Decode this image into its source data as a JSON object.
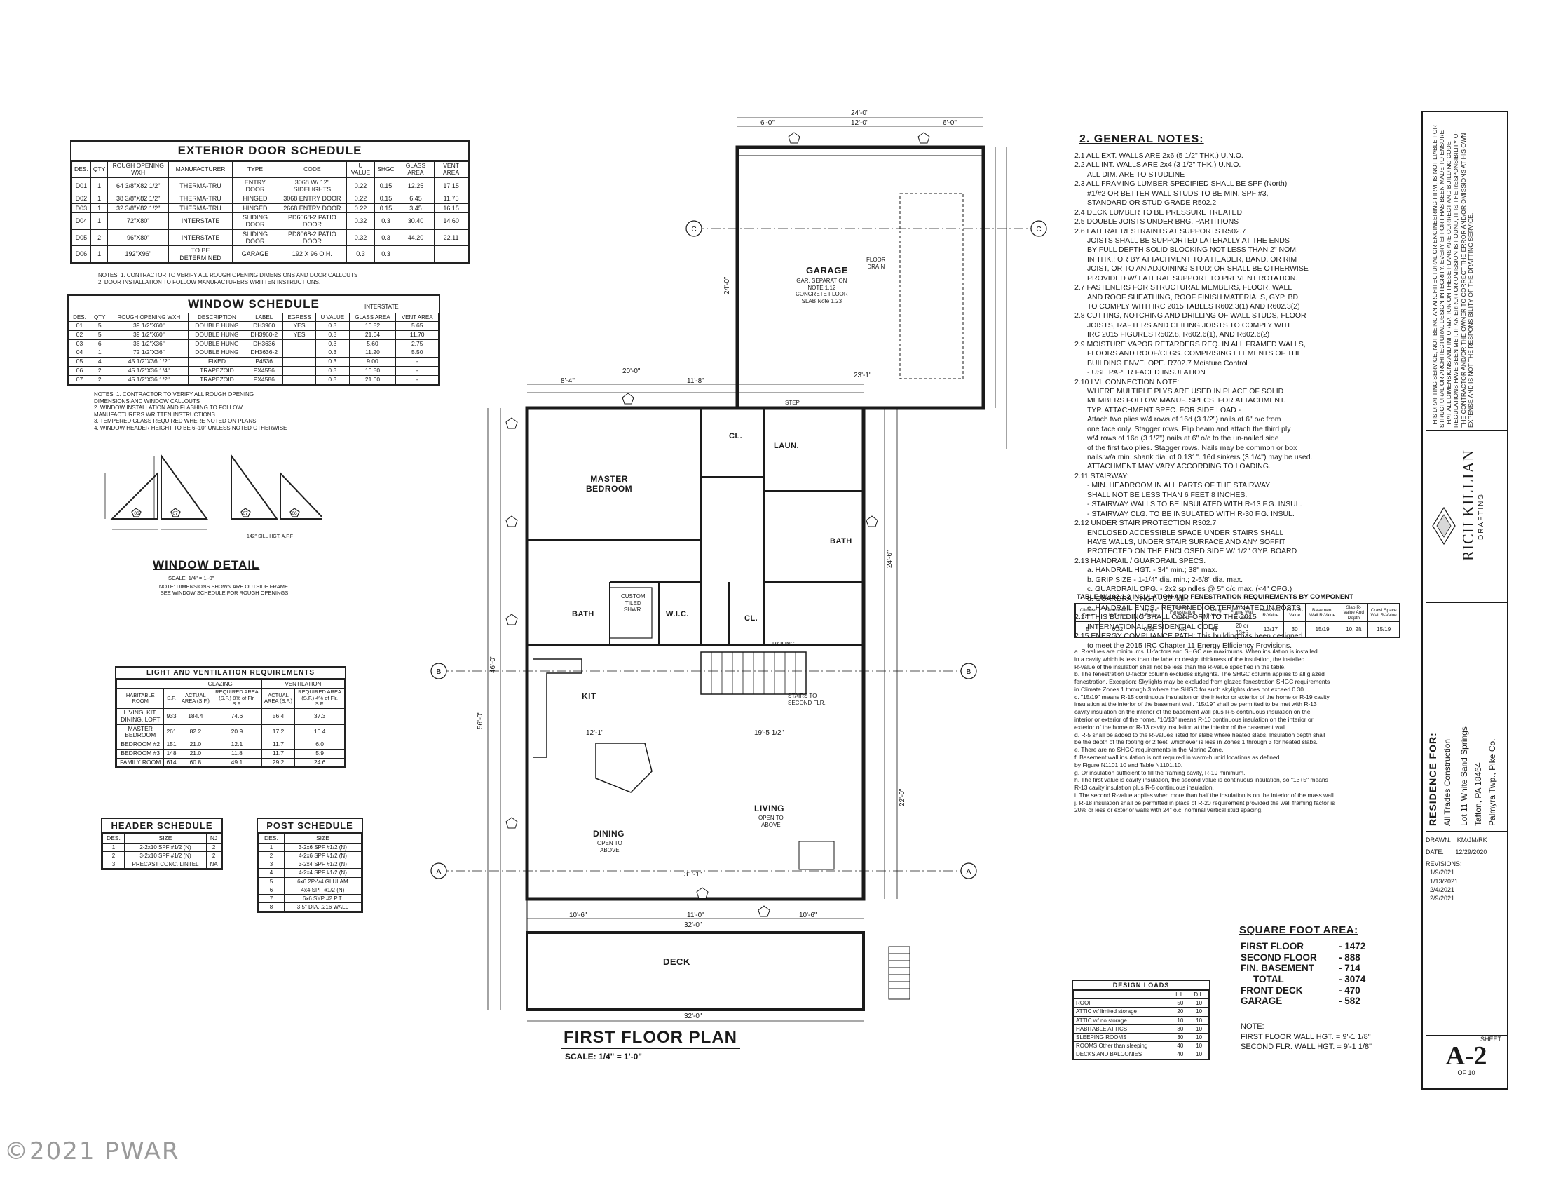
{
  "plan": {
    "title": "FIRST FLOOR PLAN",
    "scale": "SCALE: 1/4\" = 1'-0\"",
    "watermark": "©2021 PWAR",
    "rooms": {
      "garage": "GARAGE",
      "garage_notes": "GAR. SEPARATION\nNOTE 1.12\nCONCRETE FLOOR\nSLAB Note 1.23",
      "master": "MASTER\nBEDROOM",
      "bath1": "BATH",
      "bath2": "BATH",
      "laun": "LAUN.",
      "wic": "W.I.C.",
      "cl1": "CL.",
      "cl2": "CL.",
      "kit": "KIT",
      "living": "LIVING",
      "living_sub": "OPEN TO\nABOVE",
      "dining": "DINING",
      "dining_sub": "OPEN TO\nABOVE",
      "deck": "DECK",
      "custom_shwr": "CUSTOM\nTILED\nSHWR.",
      "floor_drain": "FLOOR\nDRAIN",
      "stairs": "STAIRS TO\nSECOND FLR.",
      "railing": "RAILING",
      "step": "STEP"
    },
    "dims": {
      "top_total": "24'-0\"",
      "top_a": "6'-0\"",
      "top_b": "12'-0\"",
      "top_c": "6'-0\"",
      "row2_a": "8'-4\"",
      "row2_b": "20'-0\"",
      "row2_c": "11'-8\"",
      "bottom_a": "10'-6\"",
      "bottom_b": "11'-0\"",
      "bottom_c": "10'-6\"",
      "bottom_total": "32'-0\"",
      "deck_total": "32'-0\"",
      "overall_left": "56'-0\"",
      "left_48": "46'-0\"",
      "garage_depth": "24'-0\"",
      "right_24": "24'-6\"",
      "right_22": "22'-0\"",
      "garage_width": "23'-1\"",
      "kit_w": "12'-1\"",
      "living_w": "19'-5 1/2\"",
      "dining_w": "31'-1\""
    }
  },
  "door_schedule": {
    "title": "EXTERIOR DOOR SCHEDULE",
    "headers": [
      "DES.",
      "QTY",
      "ROUGH OPENING WXH",
      "MANUFACTURER",
      "TYPE",
      "CODE",
      "U VALUE",
      "SHGC",
      "GLASS AREA",
      "VENT AREA"
    ],
    "rows": [
      [
        "D01",
        "1",
        "64 3/8\"X82 1/2\"",
        "THERMA-TRU",
        "ENTRY DOOR",
        "3068 W/ 12\" SIDELIGHTS",
        "0.22",
        "0.15",
        "12.25",
        "17.15"
      ],
      [
        "D02",
        "1",
        "38 3/8\"X82 1/2\"",
        "THERMA-TRU",
        "HINGED",
        "3068 ENTRY DOOR",
        "0.22",
        "0.15",
        "6.45",
        "11.75"
      ],
      [
        "D03",
        "1",
        "32 3/8\"X82 1/2\"",
        "THERMA-TRU",
        "HINGED",
        "2668 ENTRY DOOR",
        "0.22",
        "0.15",
        "3.45",
        "16.15"
      ],
      [
        "D04",
        "1",
        "72\"X80\"",
        "INTERSTATE",
        "SLIDING DOOR",
        "PD6068-2 PATIO DOOR",
        "0.32",
        "0.3",
        "30.40",
        "14.60"
      ],
      [
        "D05",
        "2",
        "96\"X80\"",
        "INTERSTATE",
        "SLIDING DOOR",
        "PD8068-2 PATIO DOOR",
        "0.32",
        "0.3",
        "44.20",
        "22.11"
      ],
      [
        "D06",
        "1",
        "192\"X96\"",
        "TO BE DETERMINED",
        "GARAGE",
        "192 X 96 O.H.",
        "0.3",
        "0.3",
        "",
        ""
      ]
    ],
    "notes": "NOTES: 1. CONTRACTOR TO VERIFY ALL ROUGH OPENING DIMENSIONS AND DOOR CALLOUTS\n2. DOOR INSTALLATION TO FOLLOW MANUFACTURERS WRITTEN INSTRUCTIONS."
  },
  "window_schedule": {
    "title": "WINDOW SCHEDULE",
    "interstate": "INTERSTATE",
    "headers": [
      "DES.",
      "QTY",
      "ROUGH OPENING WXH",
      "DESCRIPTION",
      "LABEL",
      "EGRESS",
      "U VALUE",
      "GLASS AREA",
      "VENT AREA"
    ],
    "rows": [
      [
        "01",
        "5",
        "39 1/2\"X60\"",
        "DOUBLE HUNG",
        "DH3960",
        "YES",
        "0.3",
        "10.52",
        "5.65"
      ],
      [
        "02",
        "5",
        "39 1/2\"X60\"",
        "DOUBLE HUNG",
        "DH3960-2",
        "YES",
        "0.3",
        "21.04",
        "11.70"
      ],
      [
        "03",
        "6",
        "36 1/2\"X36\"",
        "DOUBLE HUNG",
        "DH3636",
        "",
        "0.3",
        "5.60",
        "2.75"
      ],
      [
        "04",
        "1",
        "72 1/2\"X36\"",
        "DOUBLE HUNG",
        "DH3636-2",
        "",
        "0.3",
        "11.20",
        "5.50"
      ],
      [
        "05",
        "4",
        "45 1/2\"X36 1/2\"",
        "FIXED",
        "P4536",
        "",
        "0.3",
        "9.00",
        "-"
      ],
      [
        "06",
        "2",
        "45 1/2\"X36 1/4\"",
        "TRAPEZOID",
        "PX4556",
        "",
        "0.3",
        "10.50",
        "-"
      ],
      [
        "07",
        "2",
        "45 1/2\"X36 1/2\"",
        "TRAPEZOID",
        "PX4586",
        "",
        "0.3",
        "21.00",
        "-"
      ]
    ],
    "notes": "NOTES: 1. CONTRACTOR TO VERIFY ALL ROUGH OPENING\nDIMENSIONS AND WINDOW CALLOUTS\n2. WINDOW INSTALLATION AND FLASHING TO FOLLOW\nMANUFACTURERS WRITTEN INSTRUCTIONS.\n3. TEMPERED GLASS REQUIRED WHERE NOTED ON PLANS\n4. WINDOW HEADER HEIGHT TO BE 6'-10\" UNLESS NOTED OTHERWISE"
  },
  "window_detail": {
    "title": "WINDOW DETAIL",
    "scale": "SCALE: 1/4\" = 1'-0\"",
    "note": "NOTE: DIMENSIONS SHOWN ARE OUTSIDE FRAME.\nSEE WINDOW SCHEDULE FOR ROUGH OPENINGS",
    "sill": "142\" SILL HGT. A.F.F",
    "tags": [
      "06",
      "07",
      "07",
      "06"
    ]
  },
  "light_vent": {
    "title": "LIGHT AND VENTILATION REQUIREMENTS",
    "glazing": "GLAZING",
    "ventilation": "VENTILATION",
    "headers": [
      "HABITABLE ROOM",
      "S.F.",
      "ACTUAL AREA (S.F.)",
      "REQUIRED AREA (S.F.) 8% of Flr. S.F.",
      "ACTUAL AREA (S.F.)",
      "REQUIRED AREA (S.F.) 4% of Flr. S.F."
    ],
    "rows": [
      [
        "LIVING, KIT, DINING, LOFT",
        "933",
        "184.4",
        "74.6",
        "56.4",
        "37.3"
      ],
      [
        "MASTER BEDROOM",
        "261",
        "82.2",
        "20.9",
        "17.2",
        "10.4"
      ],
      [
        "BEDROOM #2",
        "151",
        "21.0",
        "12.1",
        "11.7",
        "6.0"
      ],
      [
        "BEDROOM #3",
        "148",
        "21.0",
        "11.8",
        "11.7",
        "5.9"
      ],
      [
        "FAMILY ROOM",
        "614",
        "60.8",
        "49.1",
        "29.2",
        "24.6"
      ]
    ]
  },
  "header_schedule": {
    "title": "HEADER SCHEDULE",
    "headers": [
      "DES.",
      "SIZE",
      "NJ"
    ],
    "rows": [
      [
        "1",
        "2-2x10 SPF #1/2 (N)",
        "2"
      ],
      [
        "2",
        "3-2x10 SPF #1/2 (N)",
        "2"
      ],
      [
        "3",
        "PRECAST CONC. LINTEL",
        "NA"
      ]
    ]
  },
  "post_schedule": {
    "title": "POST SCHEDULE",
    "headers": [
      "DES.",
      "SIZE"
    ],
    "rows": [
      [
        "1",
        "3-2x6 SPF #1/2 (N)"
      ],
      [
        "2",
        "4-2x6 SPF #1/2 (N)"
      ],
      [
        "3",
        "3-2x4 SPF #1/2 (N)"
      ],
      [
        "4",
        "4-2x4 SPF #1/2 (N)"
      ],
      [
        "5",
        "6x6 2P-V4 GLULAM"
      ],
      [
        "6",
        "4x4 SPF #1/2 (N)"
      ],
      [
        "7",
        "6x6 SYP #2 P.T."
      ],
      [
        "8",
        "3.5\" DIA. .216 WALL"
      ]
    ]
  },
  "general_notes": {
    "title": "2. GENERAL NOTES:",
    "lines": [
      "2.1 ALL EXT. WALLS ARE 2x6 (5 1/2\" THK.) U.N.O.",
      "2.2 ALL INT. WALLS ARE 2x4 (3 1/2\" THK.) U.N.O.",
      "ALL DIM. ARE TO STUDLINE",
      "2.3 ALL FRAMING LUMBER SPECIFIED SHALL BE SPF (North)",
      "#1/#2 OR BETTER WALL STUDS TO BE MIN. SPF #3,",
      "STANDARD OR STUD GRADE R502.2",
      "2.4 DECK LUMBER TO BE PRESSURE TREATED",
      "2.5 DOUBLE JOISTS UNDER BRG. PARTITIONS",
      "2.6 LATERAL RESTRAINTS AT SUPPORTS R502.7",
      "JOISTS SHALL BE SUPPORTED LATERALLY AT THE ENDS",
      "BY FULL DEPTH SOLID BLOCKING NOT LESS THAN 2\" NOM.",
      "IN THK.; OR BY ATTACHMENT TO A HEADER, BAND, OR RIM",
      "JOIST, OR TO AN ADJOINING STUD; OR SHALL BE OTHERWISE",
      "PROVIDED W/ LATERAL SUPPORT TO PREVENT ROTATION.",
      "2.7 FASTENERS FOR STRUCTURAL MEMBERS, FLOOR, WALL",
      "AND ROOF SHEATHING, ROOF FINISH MATERIALS, GYP. BD.",
      "TO COMPLY WITH IRC 2015 TABLES R602.3(1) AND R602.3(2)",
      "2.8 CUTTING, NOTCHING AND DRILLING OF WALL STUDS, FLOOR",
      "JOISTS, RAFTERS AND CEILING JOISTS TO COMPLY WITH",
      "IRC 2015 FIGURES R502.8, R602.6(1), AND R602.6(2)",
      "2.9 MOISTURE VAPOR RETARDERS REQ. IN ALL FRAMED WALLS,",
      "FLOORS AND ROOF/CLGS. COMPRISING ELEMENTS OF THE",
      "BUILDING ENVELOPE. R702.7 Moisture Control",
      "- USE PAPER FACED INSULATION",
      "2.10 LVL CONNECTION NOTE:",
      "WHERE MULTIPLE PLYS ARE USED IN PLACE OF SOLID",
      "MEMBERS FOLLOW MANUF. SPECS. FOR ATTACHMENT.",
      "TYP. ATTACHMENT SPEC. FOR SIDE LOAD -",
      "Attach two plies w/4 rows of 16d (3 1/2\") nails at 6\" o/c from",
      "one face only. Stagger rows. Flip beam and attach the third ply",
      "w/4 rows of 16d (3 1/2\") nails at 6\" o/c to the un-nailed side",
      "of the first two plies. Stagger rows. Nails may be common or box",
      "nails w/a min. shank dia. of 0.131\". 16d sinkers (3 1/4\") may be used.",
      "ATTACHMENT MAY VARY ACCORDING TO LOADING.",
      "2.11 STAIRWAY:",
      "- MIN. HEADROOM IN ALL PARTS OF THE STAIRWAY",
      "SHALL NOT BE LESS THAN 6 FEET 8 INCHES.",
      "- STAIRWAY WALLS TO BE INSULATED WITH R-13 F.G. INSUL.",
      "- STAIRWAY CLG. TO BE INSULATED WITH R-30 F.G. INSUL.",
      "2.12 UNDER STAIR PROTECTION R302.7",
      "ENCLOSED ACCESSIBLE SPACE UNDER STAIRS SHALL",
      "HAVE WALLS, UNDER STAIR SURFACE AND ANY SOFFIT",
      "PROTECTED ON THE ENCLOSED SIDE W/ 1/2\" GYP. BOARD",
      "2.13 HANDRAIL / GUARDRAIL SPECS.",
      "a. HANDRAIL HGT. - 34\" min.; 38\" max.",
      "b. GRIP SIZE - 1-1/4\" dia. min.; 2-5/8\" dia. max.",
      "c. GUARDRAIL OPG. - 2x2 spindles @ 5\" o/c max. (<4\" OPG.)",
      "d. GUARDRAIL HGT. - 36\" Min.",
      "e. HANDRAIL ENDS - RETURNED OR TERMINATED IN POSTS",
      "2.14 THIS BUILDING SHALL CONFORM TO THE 2015",
      "INTERNATIONAL RESIDENTIAL CODE",
      "2.15 ENERGY COMPLIANCE PATH: This building has been designed",
      "to meet the 2015 IRC Chapter 11 Energy Efficiency Provisions."
    ]
  },
  "insulation": {
    "title": "TABLE N1102.1.2 INSULATION AND FENESTRATION REQUIREMENTS BY COMPONENT",
    "headers": [
      "Climate Zone",
      "Fenestration U-Factor",
      "Skylight U-Factor",
      "Glazed Fenestration SHGC",
      "Ceiling R-Value",
      "Wood Frame Wall R-Value",
      "Mass Wall R-Value",
      "Floor R-Value",
      "Basement Wall R-Value",
      "Slab R-Value And Depth",
      "Crawl Space Wall R-Value"
    ],
    "row": [
      "5",
      "0.32",
      "0.55",
      "NR",
      "49",
      "20 or 13+5",
      "13/17",
      "30",
      "15/19",
      "10, 2ft",
      "15/19"
    ],
    "notes": [
      "a. R-values are minimums. U-factors and SHGC are maximums. When insulation is installed",
      "in a cavity which is less than the label or design thickness of the insulation, the installed",
      "R-value of the insulation shall not be less than the R-value specified in the table.",
      "b. The fenestration U-factor column excludes skylights. The SHGC column applies to all glazed",
      "fenestration. Exception: Skylights may be excluded from glazed fenestration SHGC requirements",
      "in Climate Zones 1 through 3 where the SHGC for such skylights does not exceed 0.30.",
      "c. \"15/19\" means R-15 continuous insulation on the interior or exterior of the home or R-19 cavity",
      "insulation at the interior of the basement wall. \"15/19\" shall be permitted to be met with R-13",
      "cavity insulation on the interior of the basement wall plus R-5 continuous insulation on the",
      "interior or exterior of the home. \"10/13\" means R-10 continuous insulation on the interior or",
      "exterior of the home or R-13 cavity insulation at the interior of the basement wall.",
      "d. R-5 shall be added to the R-values listed for slabs where heated slabs. Insulation depth shall",
      "be the depth of the footing or 2 feet, whichever is less in Zones 1 through 3 for heated slabs.",
      "e. There are no SHGC requirements in the Marine Zone.",
      "f. Basement wall insulation is not required in warm-humid locations as defined",
      "by Figure N1101.10 and Table N1101.10.",
      "g. Or insulation sufficient to fill the framing cavity, R-19 minimum.",
      "h. The first value is cavity insulation, the second value is continuous insulation, so \"13+5\" means",
      "R-13 cavity insulation plus R-5 continuous insulation.",
      "i. The second R-value applies when more than half the insulation is on the interior of the mass wall.",
      "j. R-18 insulation shall be permitted in place of R-20 requirement provided the wall framing factor is",
      "20% or less or exterior walls with 24\" o.c. nominal vertical stud spacing."
    ]
  },
  "square_foot": {
    "title": "SQUARE FOOT AREA:",
    "rows": [
      [
        "FIRST FLOOR",
        "- 1472"
      ],
      [
        "SECOND FLOOR",
        "- 888"
      ],
      [
        "FIN. BASEMENT",
        "- 714"
      ],
      [
        "TOTAL",
        "- 3074"
      ],
      [
        "FRONT DECK",
        "- 470"
      ],
      [
        "GARAGE",
        "- 582"
      ]
    ],
    "note_title": "NOTE:",
    "notes": [
      "FIRST FLOOR WALL HGT. = 9'-1 1/8\"",
      "SECOND FLR. WALL HGT. = 9'-1 1/8\""
    ]
  },
  "design_loads": {
    "title": "DESIGN LOADS",
    "headers": [
      "",
      "L.L.",
      "D.L."
    ],
    "rows": [
      [
        "ROOF",
        "50",
        "10"
      ],
      [
        "ATTIC w/ limited storage",
        "20",
        "10"
      ],
      [
        "ATTIC w/ no storage",
        "10",
        "10"
      ],
      [
        "HABITABLE ATTICS",
        "30",
        "10"
      ],
      [
        "SLEEPING ROOMS",
        "30",
        "10"
      ],
      [
        "ROOMS Other than sleeping",
        "40",
        "10"
      ],
      [
        "DECKS AND BALCONIES",
        "40",
        "10"
      ]
    ]
  },
  "title_block": {
    "disclaimer": "THIS DRAFTING SERVICE, NOT BEING AN ARCHITECTURAL OR ENGINEERING FIRM, IS NOT LIABLE FOR STRUCTURAL OR ARCHITECTURAL DESIGN INTEGRITY. EVERY EFFORT HAS BEEN MADE TO ENSURE THAT ALL DIMENSIONS AND INFORMATION ON THESE PLANS ARE CORRECT AND BUILDING CODE REGULATIONS HAVE BEEN MET. IF AN ERROR OR OMISSION IS FOUND, IT IS THE RESPONSIBILITY OF THE CONTRACTOR AND/OR THE OWNER TO CORRECT THE ERROR AND/OR OMISSIONS AT HIS OWN EXPENSE AND IS NOT THE RESPONSIBILITY OF THE DRAFTING SERVICE.",
    "company": "RICH KILLIAN",
    "company_sub": "DRAFTING",
    "residence_for": "RESIDENCE FOR:",
    "client": "All Trades Construction",
    "lot": "Lot 11 White Sand Springs",
    "city": "Tafton, PA 18464",
    "twp": "Palmyra Twp., Pike Co.",
    "drawn_label": "DRAWN:",
    "drawn": "KM/JM/RK",
    "date_label": "DATE:",
    "date": "12/29/2020",
    "revisions_label": "REVISIONS:",
    "revisions": [
      "1/9/2021",
      "1/13/2021",
      "2/4/2021",
      "2/9/2021"
    ],
    "sheet_label": "SHEET",
    "sheet": "A-2",
    "of": "OF 10"
  },
  "colors": {
    "ink": "#1a1a1a",
    "paper": "#ffffff"
  }
}
